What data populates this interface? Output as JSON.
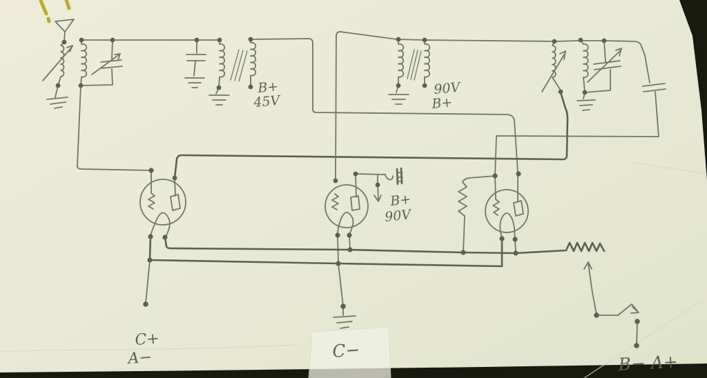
{
  "schematic": {
    "labels": {
      "plate_supply_1": {
        "l1": "B+",
        "l2": "45V"
      },
      "plate_supply_2": {
        "l1": "90V",
        "l2": "B+"
      },
      "detector_supply": {
        "l1": "B+",
        "l2": "90V"
      },
      "battery_c_plus_a_minus": {
        "l1": "C+",
        "l2": "A−"
      },
      "battery_c_minus": "C−",
      "battery_b_minus_a_plus": "B− A+"
    },
    "colors": {
      "paper": "#ebead7",
      "paper_shade": "#e2e4cd",
      "pencil": "#6e7961",
      "pencil_dark": "#59634c",
      "background": "#181a10",
      "highlighter": "#b5a51d",
      "tape": "#f2f3e4"
    }
  }
}
